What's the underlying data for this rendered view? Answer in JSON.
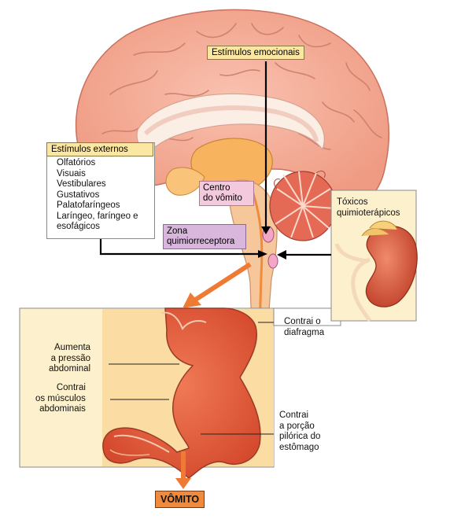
{
  "labels": {
    "emotional_stimuli": "Estímulos emocionais",
    "external_stimuli_title": "Estímulos externos",
    "external_stimuli_items": [
      "Olfatórios",
      "Visuais",
      "Vestibulares",
      "Gustativos",
      "Palatofaríngeos",
      "Laríngeo, faríngeo e",
      "esofágicos"
    ],
    "vomit_center": [
      "Centro",
      "do vômito"
    ],
    "chemoreceptor_zone": [
      "Zona",
      "quimiorreceptora"
    ],
    "chemo_toxins": [
      "Tóxicos",
      "quimioterápicos"
    ],
    "diaphragm": [
      "Contrai o",
      "diafragma"
    ],
    "abdominal_pressure": [
      "Aumenta",
      "a pressão",
      "abdominal"
    ],
    "abdominal_muscles": [
      "Contrai",
      "os músculos",
      "abdominais"
    ],
    "pyloric": [
      "Contrai",
      "a porção",
      "pilórica do",
      "estômago"
    ],
    "result": "VÔMITO"
  },
  "colors": {
    "brain": "#f4a690",
    "brain_outline": "#c9705f",
    "deep_structure": "#f7b35d",
    "cerebellum": "#e46a55",
    "stomach": "#e2593e",
    "panel_bg": "#fdf0cc",
    "panel_center": "#fbd89a",
    "arrow_orange": "#ef7a34",
    "kidney": "#d6503a"
  }
}
